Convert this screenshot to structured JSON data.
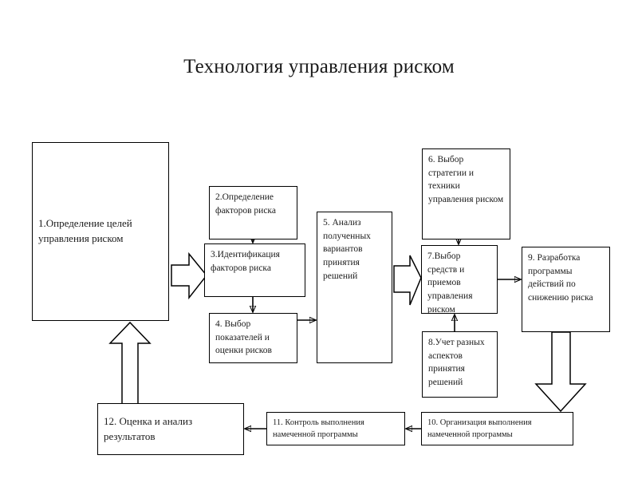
{
  "title": "Технология управления риском",
  "diagram": {
    "type": "flowchart",
    "orientation": "left-to-right-with-feedback-loop",
    "nodes": [
      {
        "id": "n1",
        "number": "1.",
        "text": "1.Определение целей управления риском"
      },
      {
        "id": "n2",
        "number": "2.",
        "text": "2.Определение факторов риска"
      },
      {
        "id": "n3",
        "number": "3.",
        "text": "3.Идентификация факторов риска"
      },
      {
        "id": "n4",
        "number": "4.",
        "text": "4. Выбор показателей и оценки рисков"
      },
      {
        "id": "n5",
        "number": "5.",
        "text": "5. Анализ полученных вариантов принятия решений"
      },
      {
        "id": "n6",
        "number": "6.",
        "text": "6. Выбор стратегии и техники управления риском"
      },
      {
        "id": "n7",
        "number": "7.",
        "text": "7.Выбор средств и приемов управления риском"
      },
      {
        "id": "n8",
        "number": "8.",
        "text": "8.Учет разных аспектов принятия решений"
      },
      {
        "id": "n9",
        "number": "9.",
        "text": "9. Разработка программы действий по снижению риска"
      },
      {
        "id": "n10",
        "number": "10.",
        "text": "10. Организация выполнения намеченной программы"
      },
      {
        "id": "n11",
        "number": "11.",
        "text": "11. Контроль выполнения намеченной программы"
      },
      {
        "id": "n12",
        "number": "12.",
        "text": "12. Оценка и анализ результатов"
      }
    ],
    "edges": [
      {
        "from": "n1",
        "to": "n3",
        "style": "block-arrow",
        "direction": "right"
      },
      {
        "from": "n2",
        "to": "n3",
        "style": "thin-arrow",
        "direction": "down"
      },
      {
        "from": "n3",
        "to": "n4",
        "style": "thin-arrow",
        "direction": "down"
      },
      {
        "from": "n4",
        "to": "n5",
        "style": "thin-arrow",
        "direction": "right"
      },
      {
        "from": "n5",
        "to": "n7",
        "style": "block-arrow",
        "direction": "right"
      },
      {
        "from": "n6",
        "to": "n7",
        "style": "thin-arrow",
        "direction": "down"
      },
      {
        "from": "n8",
        "to": "n7",
        "style": "thin-arrow",
        "direction": "up"
      },
      {
        "from": "n7",
        "to": "n9",
        "style": "thin-arrow",
        "direction": "right"
      },
      {
        "from": "n9",
        "to": "n10",
        "style": "block-arrow",
        "direction": "down"
      },
      {
        "from": "n10",
        "to": "n11",
        "style": "thin-arrow",
        "direction": "left"
      },
      {
        "from": "n11",
        "to": "n12",
        "style": "thin-arrow",
        "direction": "left"
      },
      {
        "from": "n12",
        "to": "n1",
        "style": "block-arrow",
        "direction": "up"
      }
    ],
    "colors": {
      "background": "#ffffff",
      "stroke": "#000000",
      "text": "#1b1b1b",
      "node_fill": "#ffffff"
    }
  }
}
